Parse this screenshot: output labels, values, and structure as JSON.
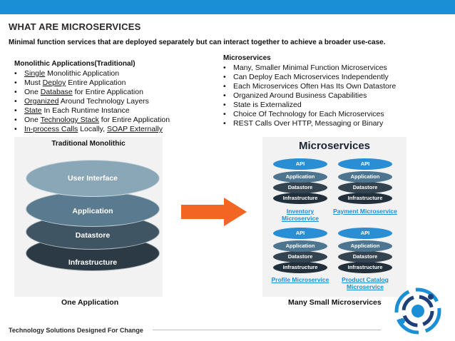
{
  "title": "WHAT ARE MICROSERVICES",
  "subtitle": "Minimal function services that are deployed separately but can interact together to achieve a  broader use-case.",
  "monolithic": {
    "heading": "Monolithic Applications(Traditional)",
    "items": [
      {
        "u": "Single",
        "rest": " Monolithic Application"
      },
      {
        "pre": "Must ",
        "u": "Deploy",
        "rest": " Entire Application"
      },
      {
        "pre": "One ",
        "u": "Database",
        "rest": " for Entire Application"
      },
      {
        "u": "Organized",
        "rest": " Around Technology Layers"
      },
      {
        "u": "State",
        "rest": " In Each Runtime Instance"
      },
      {
        "pre": "One ",
        "u": "Technology Stack",
        "rest": " for Entire Application"
      },
      {
        "u": "In-process Calls",
        "mid": " Locally, ",
        "u2": "SOAP Externally"
      }
    ]
  },
  "microservices": {
    "heading": "Microservices",
    "items": [
      "Many, Smaller Minimal Function Microservices",
      "Can Deploy Each Microservices Independently",
      "Each Microservices Often Has Its Own Datastore",
      "Organized Around Business Capabilities",
      "State is Externalized",
      "Choice Of Technology for Each Microservices",
      "REST Calls Over HTTP, Messaging or Binary"
    ]
  },
  "mono_diagram": {
    "title": "Traditional Monolithic",
    "layers": [
      "User Interface",
      "Application",
      "Datastore",
      "Infrastructure"
    ],
    "caption": "One Application"
  },
  "micro_diagram": {
    "title": "Microservices",
    "layers": [
      "API",
      "Application",
      "Datastore",
      "Infrastructure"
    ],
    "services": [
      "Inventory Microservice",
      "Payment Microservice",
      "Profile Microservice",
      "Product Catalog Microservice"
    ],
    "caption": "Many Small Microservices"
  },
  "footer": "Technology Solutions Designed For Change",
  "colors": {
    "accent": "#1a8fd6",
    "arrow": "#f26522"
  }
}
